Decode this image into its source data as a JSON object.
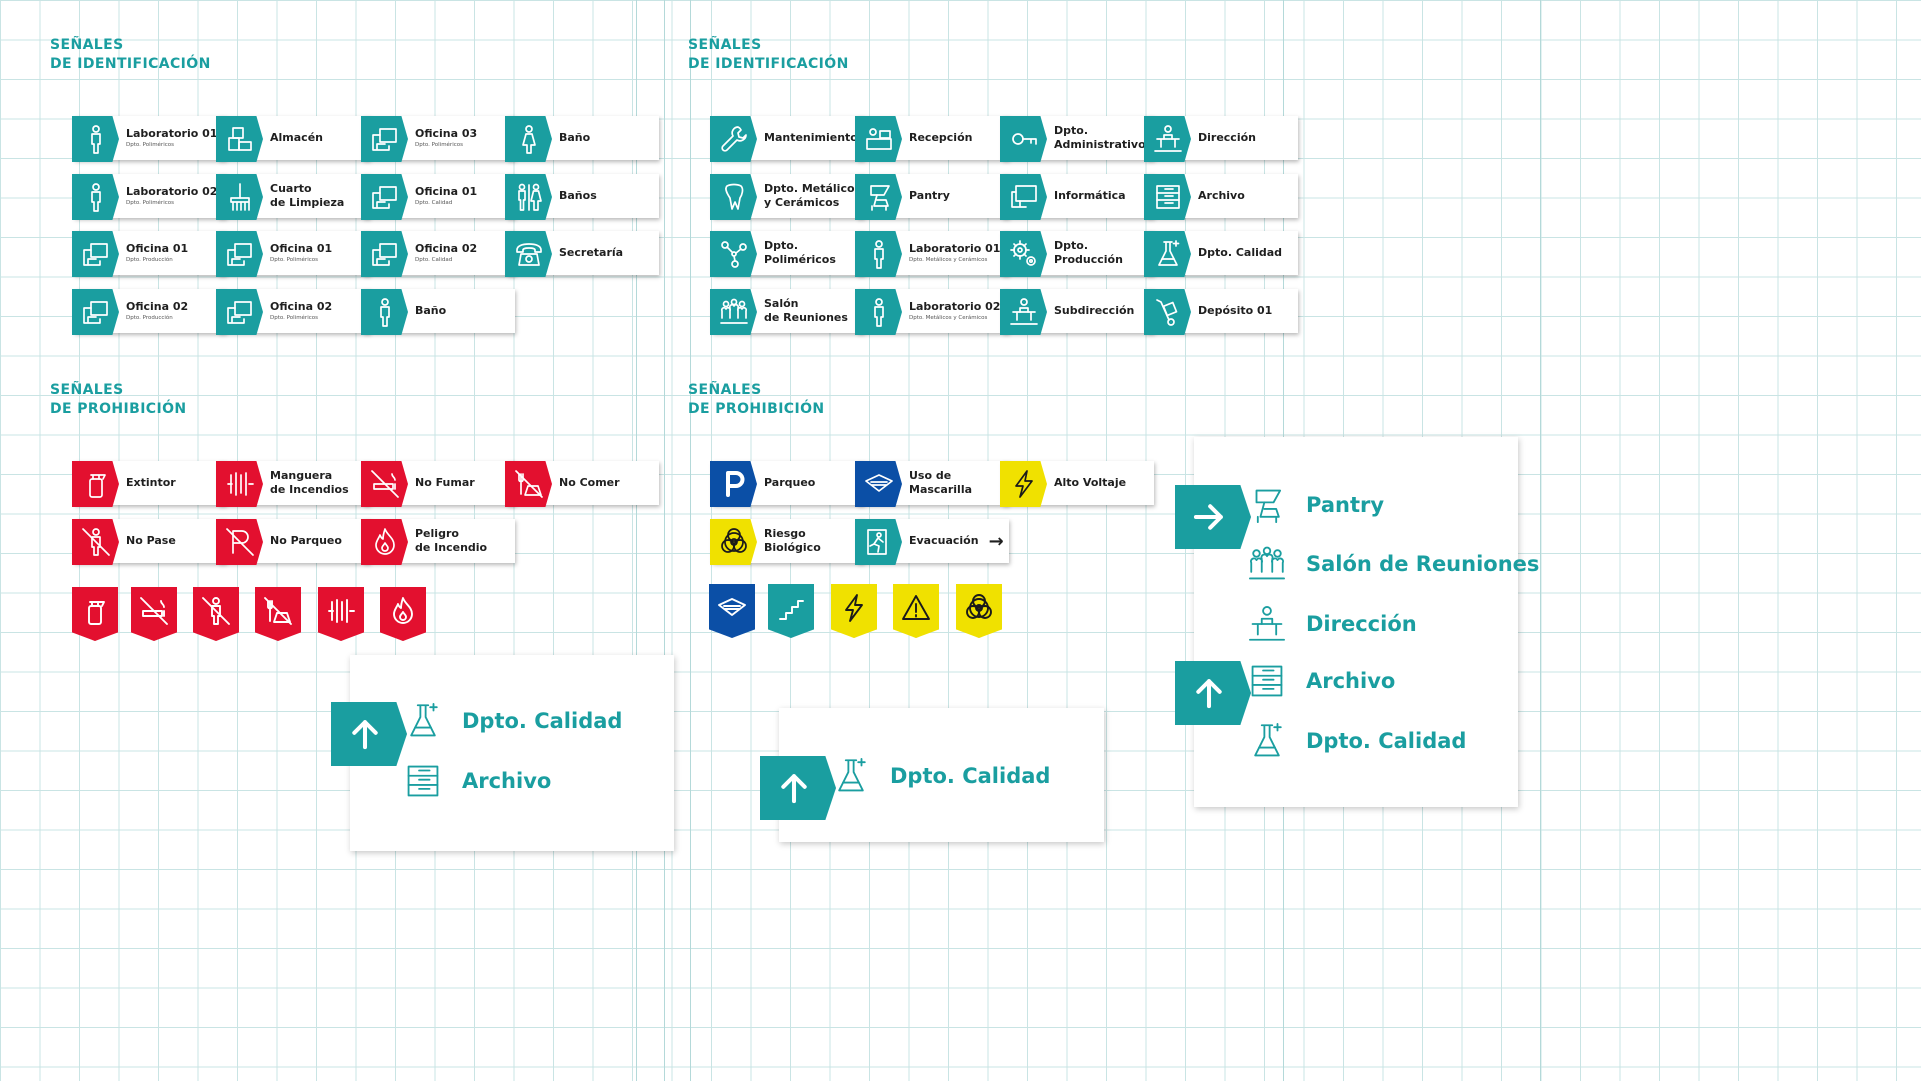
{
  "colors": {
    "teal": "#1a9ea0",
    "red": "#e3102f",
    "blue": "#0b4fa6",
    "yellow": "#f0e100"
  },
  "sections": {
    "id_left": [
      "SEÑALES",
      "DE IDENTIFICACIÓN"
    ],
    "id_right": [
      "SEÑALES",
      "DE IDENTIFICACIÓN"
    ],
    "proh_left": [
      "SEÑALES",
      "DE PROHIBICIÓN"
    ],
    "proh_right": [
      "SEÑALES",
      "DE PROHIBICIÓN"
    ]
  },
  "signs": [
    {
      "id": "s0",
      "label": "Laboratorio 01",
      "sub": "Dpto. Poliméricos",
      "color": "#1a9ea0",
      "icon": "person-icon"
    },
    {
      "id": "s1",
      "label": "Almacén",
      "color": "#1a9ea0",
      "icon": "boxes-icon"
    },
    {
      "id": "s2",
      "label": "Oficina 03",
      "sub": "Dpto. Poliméricos",
      "color": "#1a9ea0",
      "icon": "office-desk-icon"
    },
    {
      "id": "s3",
      "label": "Baño",
      "color": "#1a9ea0",
      "icon": "woman-icon"
    },
    {
      "id": "s4",
      "label": "Laboratorio 02",
      "sub": "Dpto. Poliméricos",
      "color": "#1a9ea0",
      "icon": "person-icon"
    },
    {
      "id": "s5",
      "label": "Cuarto",
      "label2": "de Limpieza",
      "color": "#1a9ea0",
      "icon": "broom-icon"
    },
    {
      "id": "s6",
      "label": "Oficina 01",
      "sub": "Dpto. Calidad",
      "color": "#1a9ea0",
      "icon": "office-desk-icon"
    },
    {
      "id": "s7",
      "label": "Baños",
      "color": "#1a9ea0",
      "icon": "restroom-icon"
    },
    {
      "id": "s8",
      "label": "Oficina 01",
      "sub": "Dpto. Producción",
      "color": "#1a9ea0",
      "icon": "office-desk-icon"
    },
    {
      "id": "s9",
      "label": "Oficina 01",
      "sub": "Dpto. Poliméricos",
      "color": "#1a9ea0",
      "icon": "office-desk-icon"
    },
    {
      "id": "s10",
      "label": "Oficina 02",
      "sub": "Dpto. Calidad",
      "color": "#1a9ea0",
      "icon": "office-desk-icon"
    },
    {
      "id": "s11",
      "label": "Secretaría",
      "color": "#1a9ea0",
      "icon": "telephone-icon"
    },
    {
      "id": "s12",
      "label": "Oficina 02",
      "sub": "Dpto. Producción",
      "color": "#1a9ea0",
      "icon": "office-desk-icon"
    },
    {
      "id": "s13",
      "label": "Oficina 02",
      "sub": "Dpto. Poliméricos",
      "color": "#1a9ea0",
      "icon": "office-desk-icon"
    },
    {
      "id": "s14",
      "label": "Baño",
      "color": "#1a9ea0",
      "icon": "man-icon"
    },
    {
      "id": "s15",
      "label": "Mantenimiento",
      "color": "#1a9ea0",
      "icon": "wrench-icon"
    },
    {
      "id": "s16",
      "label": "Recepción",
      "color": "#1a9ea0",
      "icon": "reception-icon"
    },
    {
      "id": "s17",
      "label": "Dpto.",
      "label2": "Administrativo",
      "color": "#1a9ea0",
      "icon": "key-icon"
    },
    {
      "id": "s18",
      "label": "Dirección",
      "color": "#1a9ea0",
      "icon": "podium-icon"
    },
    {
      "id": "s19",
      "label": "Dpto. Metálicos",
      "label2": "y Cerámicos",
      "color": "#1a9ea0",
      "icon": "tooth-icon"
    },
    {
      "id": "s20",
      "label": "Pantry",
      "color": "#1a9ea0",
      "icon": "pantry-icon"
    },
    {
      "id": "s21",
      "label": "Informática",
      "color": "#1a9ea0",
      "icon": "computer-icon"
    },
    {
      "id": "s22",
      "label": "Archivo",
      "color": "#1a9ea0",
      "icon": "archive-icon"
    },
    {
      "id": "s23",
      "label": "Dpto.",
      "label2": "Poliméricos",
      "color": "#1a9ea0",
      "icon": "molecule-icon"
    },
    {
      "id": "s24",
      "label": "Laboratorio 01",
      "sub": "Dpto. Metálicos y Cerámicos",
      "color": "#1a9ea0",
      "icon": "person-icon"
    },
    {
      "id": "s25",
      "label": "Dpto.",
      "label2": "Producción",
      "color": "#1a9ea0",
      "icon": "gears-icon"
    },
    {
      "id": "s26",
      "label": "Dpto. Calidad",
      "color": "#1a9ea0",
      "icon": "flask-icon"
    },
    {
      "id": "s27",
      "label": "Salón",
      "label2": "de Reuniones",
      "color": "#1a9ea0",
      "icon": "group-icon"
    },
    {
      "id": "s28",
      "label": "Laboratorio 02",
      "sub": "Dpto. Metálicos y Cerámicos",
      "color": "#1a9ea0",
      "icon": "person-icon"
    },
    {
      "id": "s29",
      "label": "Subdirección",
      "color": "#1a9ea0",
      "icon": "podium-icon"
    },
    {
      "id": "s30",
      "label": "Depósito 01",
      "color": "#1a9ea0",
      "icon": "hand-truck-icon"
    },
    {
      "id": "s31",
      "label": "Extintor",
      "color": "#e3102f",
      "icon": "extinguisher-icon"
    },
    {
      "id": "s32",
      "label": "Manguera",
      "label2": "de Incendios",
      "color": "#e3102f",
      "icon": "hose-icon"
    },
    {
      "id": "s33",
      "label": "No Fumar",
      "color": "#e3102f",
      "icon": "no-smoking-icon"
    },
    {
      "id": "s34",
      "label": "No Comer",
      "color": "#e3102f",
      "icon": "no-eating-icon"
    },
    {
      "id": "s35",
      "label": "No Pase",
      "color": "#e3102f",
      "icon": "no-entry-icon"
    },
    {
      "id": "s36",
      "label": "No Parqueo",
      "color": "#e3102f",
      "icon": "no-parking-icon"
    },
    {
      "id": "s37",
      "label": "Peligro",
      "label2": "de Incendio",
      "color": "#e3102f",
      "icon": "flame-icon"
    },
    {
      "id": "s38",
      "label": "Parqueo",
      "color": "#0b4fa6",
      "icon": "parking-icon"
    },
    {
      "id": "s39",
      "label": "Uso de",
      "label2": "Mascarilla",
      "color": "#0b4fa6",
      "icon": "mask-icon"
    },
    {
      "id": "s40",
      "label": "Alto Voltaje",
      "color": "#f0e100",
      "icon": "lightning-icon"
    },
    {
      "id": "s41",
      "label": "Riesgo",
      "label2": "Biológico",
      "color": "#f0e100",
      "icon": "biohazard-icon"
    },
    {
      "id": "s42",
      "label": "Evacuación",
      "color": "#1a9ea0",
      "icon": "exit-icon",
      "extra": "→"
    }
  ],
  "badges": [
    {
      "id": "b0",
      "color": "#e3102f",
      "icon": "extinguisher-icon"
    },
    {
      "id": "b1",
      "color": "#e3102f",
      "icon": "no-smoking-icon"
    },
    {
      "id": "b2",
      "color": "#e3102f",
      "icon": "no-entry-icon"
    },
    {
      "id": "b3",
      "color": "#e3102f",
      "icon": "no-eating-icon"
    },
    {
      "id": "b4",
      "color": "#e3102f",
      "icon": "hose-icon"
    },
    {
      "id": "b5",
      "color": "#e3102f",
      "icon": "flame-icon"
    },
    {
      "id": "b6",
      "color": "#0b4fa6",
      "icon": "mask-icon"
    },
    {
      "id": "b7",
      "color": "#1a9ea0",
      "icon": "stairs-icon"
    },
    {
      "id": "b8",
      "color": "#f0e100",
      "icon": "lightning-icon"
    },
    {
      "id": "b9",
      "color": "#f0e100",
      "icon": "warning-icon"
    },
    {
      "id": "b10",
      "color": "#f0e100",
      "icon": "biohazard-icon"
    }
  ],
  "directories": {
    "card1": [
      {
        "label": "Dpto. Calidad",
        "icon": "flask-icon"
      },
      {
        "label": "Archivo",
        "icon": "archive-icon"
      }
    ],
    "card2": [
      {
        "label": "Dpto. Calidad",
        "icon": "flask-icon"
      }
    ],
    "card3": [
      {
        "label": "Pantry",
        "icon": "pantry-icon"
      },
      {
        "label": "Salón de Reuniones",
        "icon": "group-icon"
      },
      {
        "label": "Dirección",
        "icon": "podium-icon"
      },
      {
        "label": "Archivo",
        "icon": "archive-icon"
      },
      {
        "label": "Dpto. Calidad",
        "icon": "flask-icon"
      }
    ]
  }
}
